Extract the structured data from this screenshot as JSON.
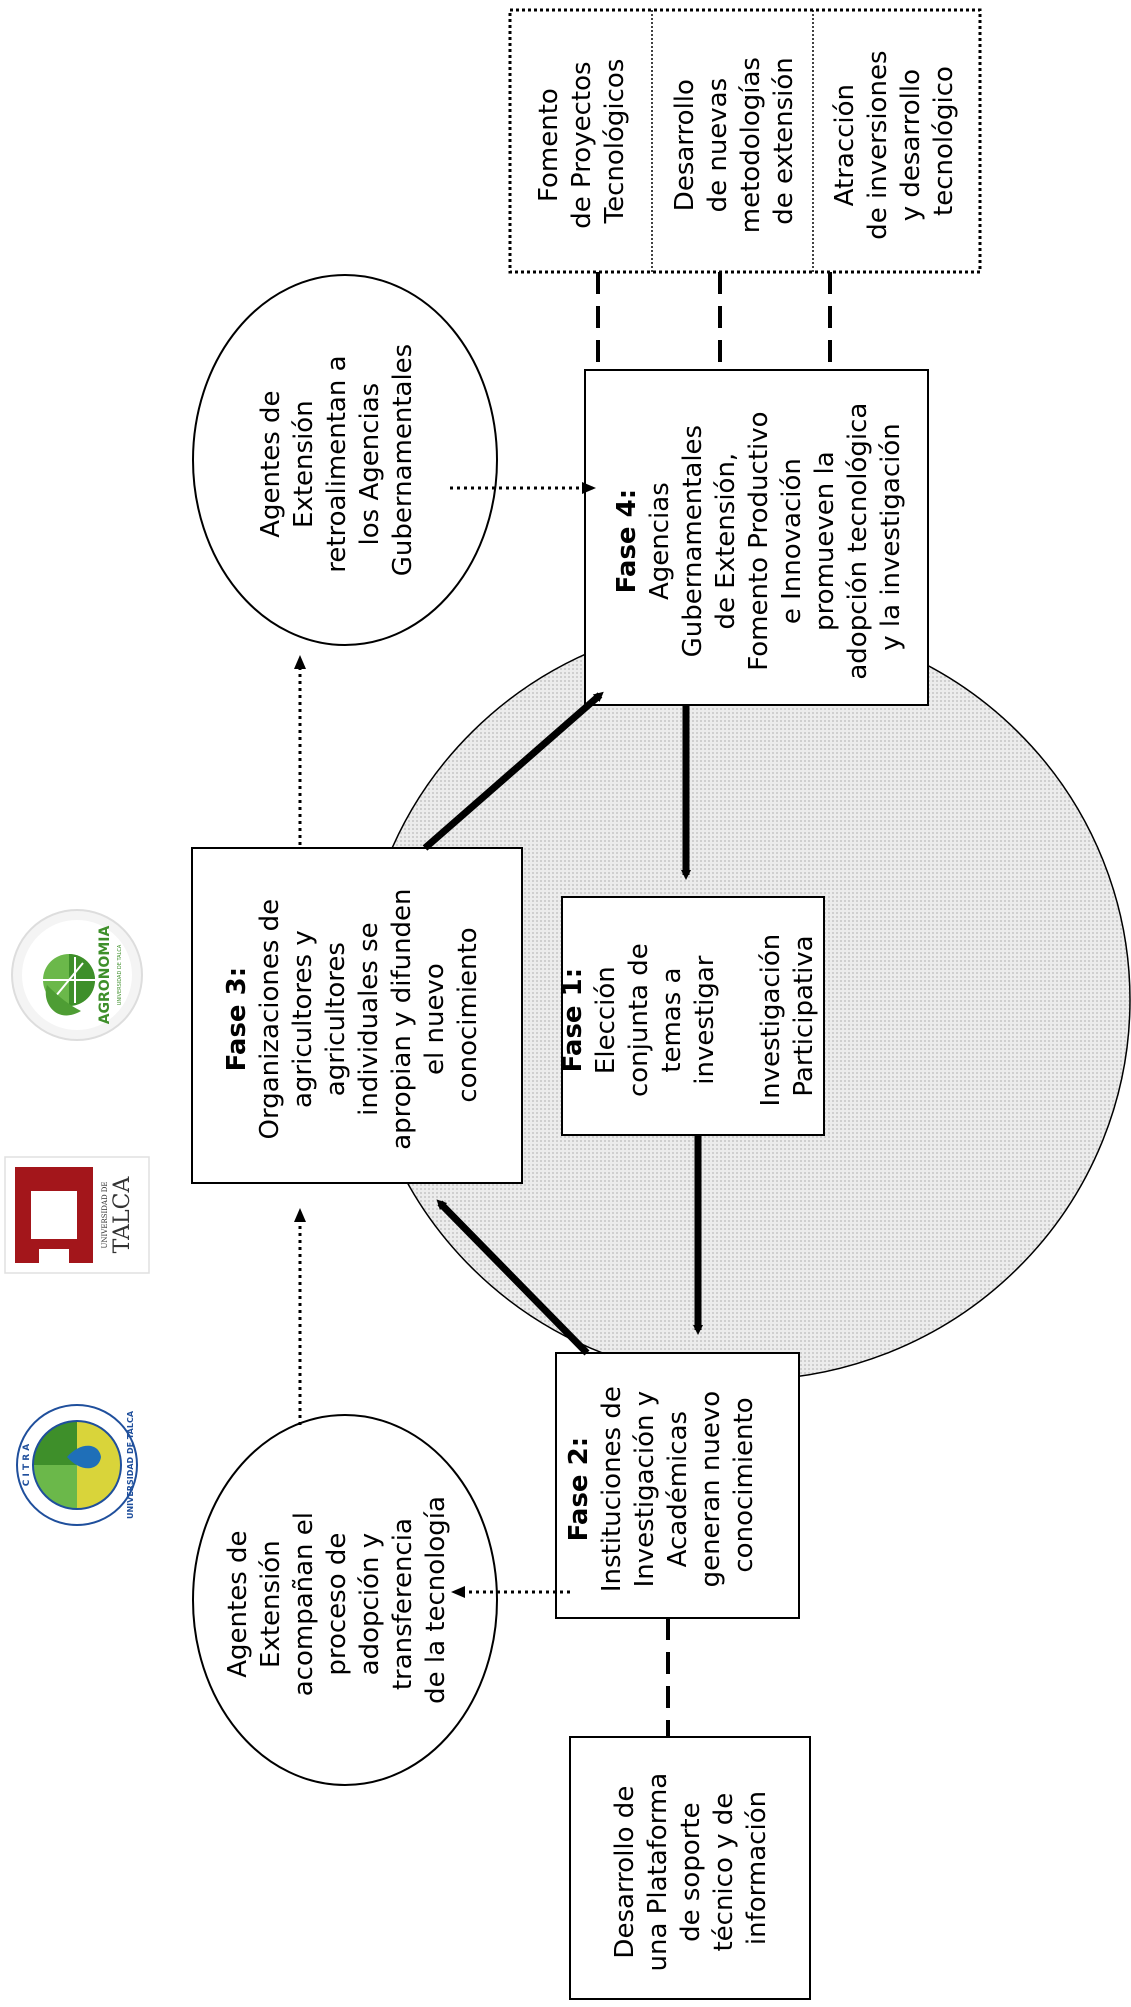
{
  "phases": {
    "fase1": {
      "title": "Fase 1:",
      "lines": [
        "Elección",
        "conjunta de",
        "temas a",
        "investigar",
        "",
        "Investigación",
        "Participativa"
      ]
    },
    "fase2": {
      "title": "Fase 2:",
      "lines": [
        "Instituciones de",
        "Investigación y",
        "Académicas",
        "generan nuevo",
        "conocimiento"
      ]
    },
    "fase3": {
      "title": "Fase 3:",
      "lines": [
        "Organizaciones  de",
        "agricultores y",
        "agricultores",
        "individuales se",
        "apropian y difunden",
        "el nuevo",
        "conocimiento"
      ]
    },
    "fase4": {
      "title": "Fase 4:",
      "lines": [
        "Agencias",
        "Gubernamentales",
        "de Extensión,",
        "Fomento Productivo",
        "e Innovación",
        "promueven la",
        "adopción tecnológica",
        "y la investigación"
      ]
    }
  },
  "ellipses": {
    "top": [
      "Agentes de",
      "Extensión",
      "retroalimentan a",
      "los Agencias",
      "Gubernamentales"
    ],
    "bottom": [
      "Agentes de",
      "Extensión",
      "acompañan el",
      "proceso de",
      "adopción y",
      "transferencia",
      "de la tecnología"
    ]
  },
  "top_boxes": [
    [
      "Fomento",
      "de Proyectos",
      "Tecnológicos"
    ],
    [
      "Desarrollo",
      "de nuevas",
      "metodologías",
      "de extensión"
    ],
    [
      "Atracción",
      "de inversiones",
      "y desarrollo",
      "tecnológico"
    ]
  ],
  "bottom_box": [
    "Desarrollo de",
    "una Plataforma",
    "de soporte",
    "técnico y de",
    "información"
  ],
  "logos": {
    "agronomia": "AGRONOMIA",
    "agronomia_sub": "UNIVERSIDAD DE TALCA",
    "talca_small": "UNIVERSIDAD DE",
    "talca_big": "TALCA",
    "citra": "C I T R A",
    "citra_ring": "UNIVERSIDAD DE TALCA"
  },
  "colors": {
    "circle_fill": "#e4e4e4",
    "ink": "#000000",
    "talca_red": "#a3161b",
    "agro_green": "#3e8f2a",
    "citra_blue": "#1f4f9c",
    "citra_yellow": "#d9d43a"
  }
}
